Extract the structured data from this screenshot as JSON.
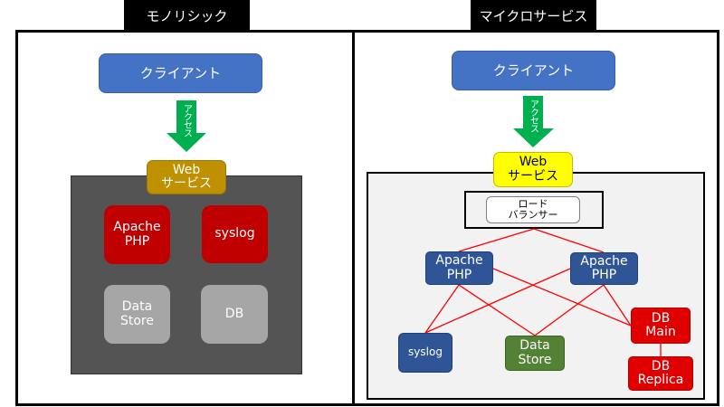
{
  "monolith": {
    "title": "モノリシック",
    "client": "クライアント",
    "access": "アクセス",
    "web_service": "Web\nサービス",
    "components": [
      {
        "label": "Apache\nPHP",
        "color": "#c00000"
      },
      {
        "label": "syslog",
        "color": "#c00000"
      },
      {
        "label": "Data\nStore",
        "color": "#a6a6a6"
      },
      {
        "label": "DB",
        "color": "#a6a6a6"
      }
    ],
    "container_color": "#545454",
    "web_service_color": "#bf9000"
  },
  "microservices": {
    "title": "マイクロサービス",
    "client": "クライアント",
    "access": "アクセス",
    "web_service": "Web\nサービス",
    "web_service_color": "#ffff00",
    "load_balancer": "ロード\nバランサー",
    "apache_nodes": [
      {
        "label": "Apache\nPHP"
      },
      {
        "label": "Apache\nPHP"
      }
    ],
    "syslog": "syslog",
    "data_store": "Data\nStore",
    "db_main": "DB\nMain",
    "db_replica": "DB\nReplica",
    "colors": {
      "apache": "#2f5597",
      "syslog": "#2f5597",
      "data_store": "#548235",
      "db": "#e00000",
      "connector": "#ff0000",
      "container": "#f2f2f2"
    }
  },
  "colors": {
    "client": "#4472c4",
    "arrow": "#00b050"
  }
}
